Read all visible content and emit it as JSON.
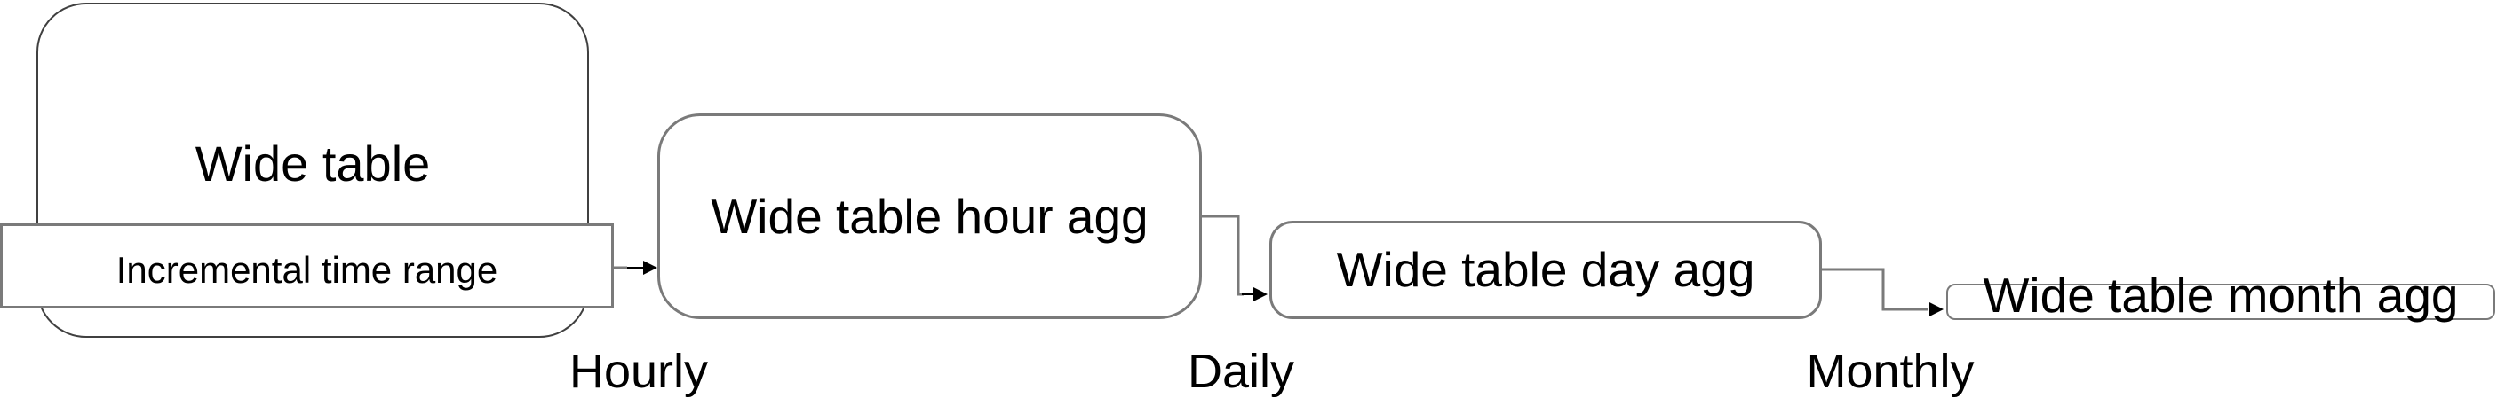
{
  "diagram": {
    "type": "data-pipeline-flow",
    "background_color": "#ffffff",
    "nodes": {
      "wide_table": {
        "label": "Wide table"
      },
      "incremental_range": {
        "label": "Incremental time range"
      },
      "hour_agg": {
        "label": "Wide table hour agg"
      },
      "day_agg": {
        "label": "Wide table day agg"
      },
      "month_agg": {
        "label": "Wide table month agg"
      }
    },
    "edge_labels": {
      "hourly": "Hourly",
      "daily": "Daily",
      "monthly": "Monthly"
    },
    "flow": [
      {
        "from": "incremental_range",
        "to": "hour_agg",
        "schedule": "Hourly"
      },
      {
        "from": "hour_agg",
        "to": "day_agg",
        "schedule": "Daily"
      },
      {
        "from": "day_agg",
        "to": "month_agg",
        "schedule": "Monthly"
      }
    ],
    "colors": {
      "node_border_gray": "#7a7a7a",
      "node_border_dark": "#404040",
      "text": "#000000",
      "arrow_head": "#000000"
    }
  }
}
